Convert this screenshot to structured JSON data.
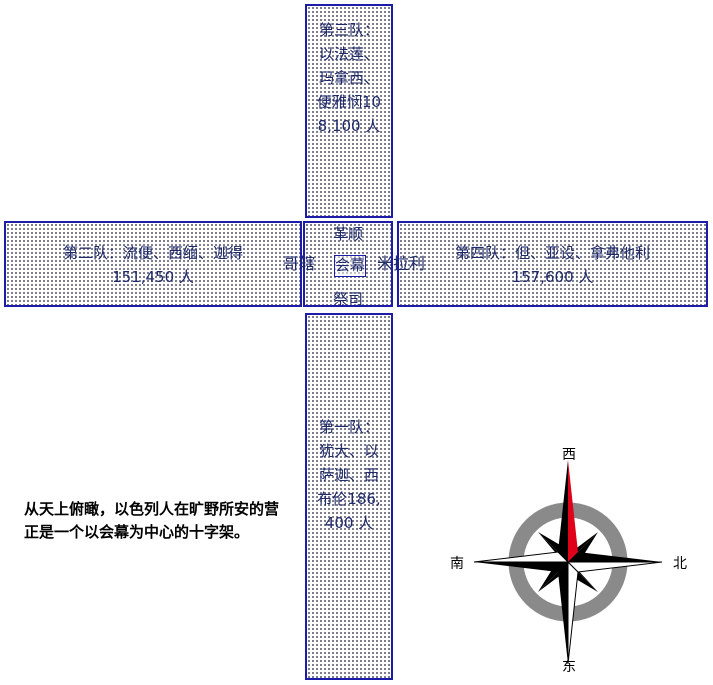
{
  "camps": {
    "north": {
      "text": "第三队：以法莲、玛拿西、便雅悯108,100 人"
    },
    "south": {
      "text": "第一队：犹大、以萨迦、西布伦186,400 人"
    },
    "west": {
      "line1": "第二队：流便、西缅、迦得",
      "line2": "151,450 人"
    },
    "east": {
      "line1": "第四队：但、亚设、拿弗他利",
      "line2": "157,600 人"
    }
  },
  "center": {
    "top": "革顺",
    "bottom": "祭司",
    "left": "哥辖",
    "right": "米拉利",
    "tabernacle": "会幕"
  },
  "note": "从天上俯瞰，以色列人在旷野所安的营正是一个以会幕为中心的十字架。",
  "compass": {
    "top": "西",
    "bottom": "东",
    "left": "南",
    "right": "北",
    "colors": {
      "ring": "#8a8a8a",
      "red": "#e0001a",
      "black": "#000000"
    }
  }
}
